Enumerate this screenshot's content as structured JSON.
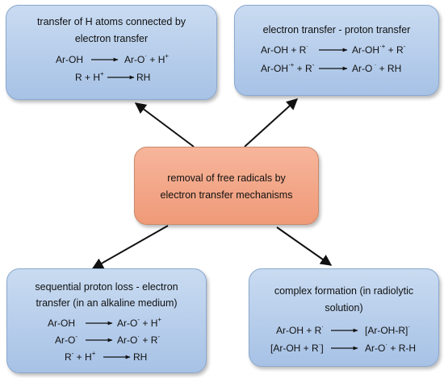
{
  "center": {
    "line1": "removal of free radicals by",
    "line2": "electron transfer mechanisms"
  },
  "top_left": {
    "line1": "transfer of H atoms connected by",
    "line2": "electron transfer",
    "r1": {
      "lhs": "Ar-OH",
      "rhs": "Ar-O",
      "rhs_sup": "·",
      "rhs2": " + H",
      "rhs2_sup": "+"
    },
    "r2": {
      "lhs": "R  + H",
      "lhs_sup": "+",
      "rhs": "RH"
    }
  },
  "top_right": {
    "line1": "electron transfer - proton transfer",
    "r1": {
      "lhs": "Ar-OH + R",
      "lhs_sup": "·",
      "rhs": "Ar-OH",
      "rhs_sup": "·+",
      "rhs2": " + R",
      "rhs2_sup": "-"
    },
    "r2": {
      "lhs": "Ar-OH",
      "lhs_sup": "·+",
      "lhs2": " + R",
      "lhs2_sup": "-",
      "rhs": "Ar-O",
      "rhs_sup": " ·",
      "rhs2": " + RH"
    }
  },
  "bottom_left": {
    "line1": "sequential proton loss - electron",
    "line2": "transfer (in an alkaline medium)",
    "r1": {
      "lhs": "Ar-OH",
      "rhs": "Ar-O",
      "rhs_sup": "-",
      "rhs2": " + H",
      "rhs2_sup": "+"
    },
    "r2": {
      "lhs": "Ar-O",
      "lhs_sup": "-",
      "rhs": "Ar-O",
      "rhs_sup": "·",
      "rhs2": " + R",
      "rhs2_sup": "-"
    },
    "r3": {
      "lhs": "R",
      "lhs_sup": "-",
      "lhs2": "  + H",
      "lhs2_sup": "+",
      "rhs": "RH"
    }
  },
  "bottom_right": {
    "line1": "complex formation (in radiolytic",
    "line2": "solution)",
    "r1": {
      "lhs": "Ar-OH + R",
      "lhs_sup": "·",
      "rhs": "[Ar-OH-R]",
      "rhs_sup": "·"
    },
    "r2": {
      "lhs": "[Ar-OH + R",
      "lhs_sup": "·",
      "lhs2": "]",
      "rhs": "Ar-O",
      "rhs_sup": "·",
      "rhs2": " + R-H"
    }
  },
  "colors": {
    "box_blue": "#a7c2e6",
    "box_center": "#ef9a78",
    "arrow": "#111111"
  }
}
